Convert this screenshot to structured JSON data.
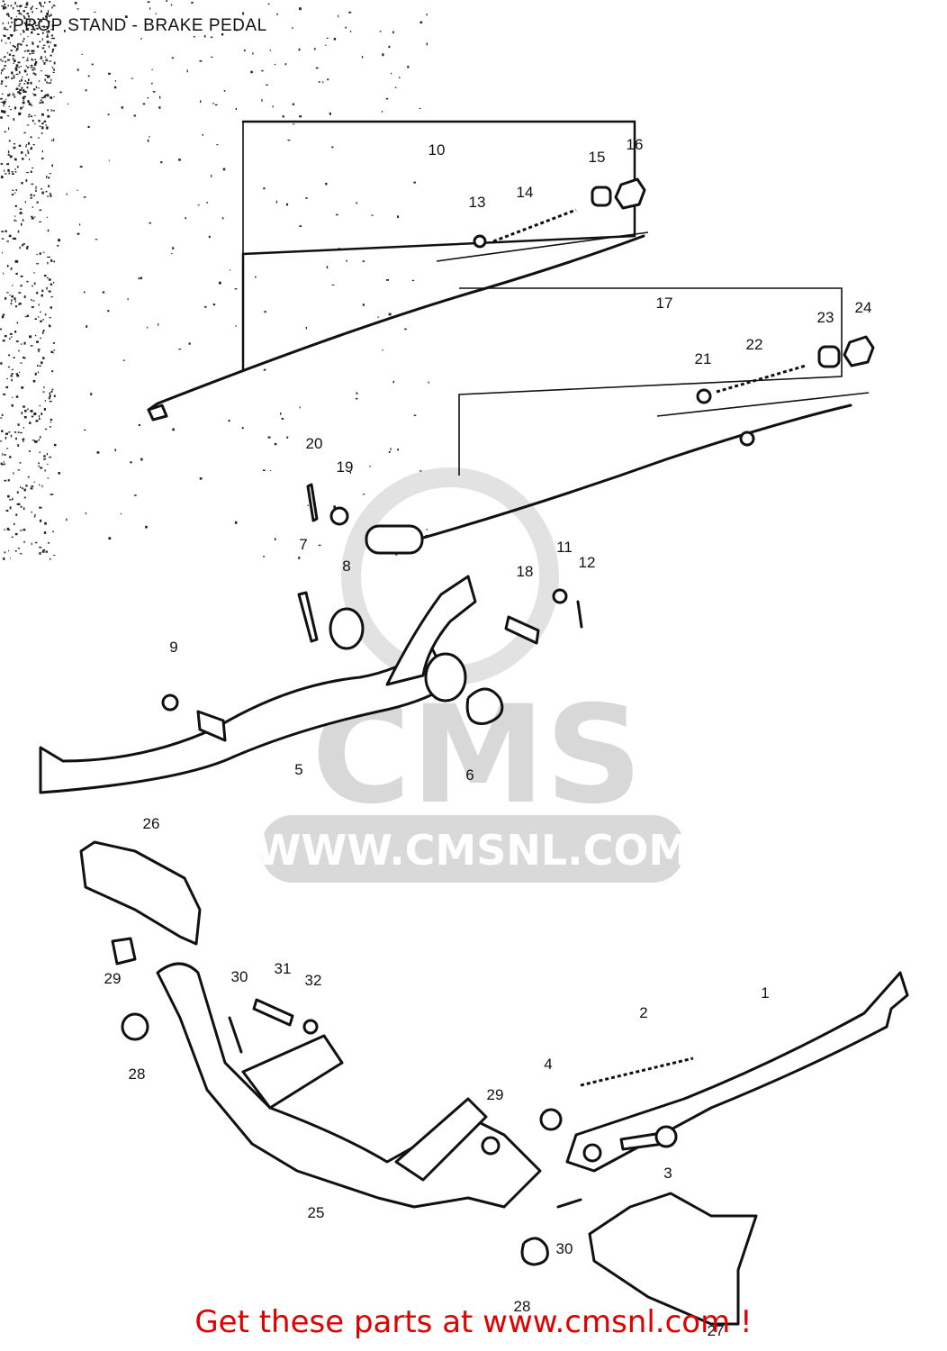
{
  "diagram": {
    "title": "PROP STAND - BRAKE PEDAL",
    "watermark": {
      "logo": "CMS",
      "url": "WWW.CMSNL.COM"
    },
    "callouts": [
      "1",
      "2",
      "3",
      "4",
      "5",
      "6",
      "7",
      "8",
      "9",
      "10",
      "11",
      "12",
      "13",
      "14",
      "15",
      "16",
      "17",
      "18",
      "19",
      "20",
      "21",
      "22",
      "23",
      "24",
      "25",
      "26",
      "27",
      "28",
      "28",
      "29",
      "29",
      "30",
      "30",
      "31",
      "32"
    ]
  },
  "footer": {
    "promo": "Get these parts at www.cmsnl.com !"
  },
  "colors": {
    "promo": "#e00000",
    "ink": "#111111",
    "watermark": "#d8d8d8"
  }
}
